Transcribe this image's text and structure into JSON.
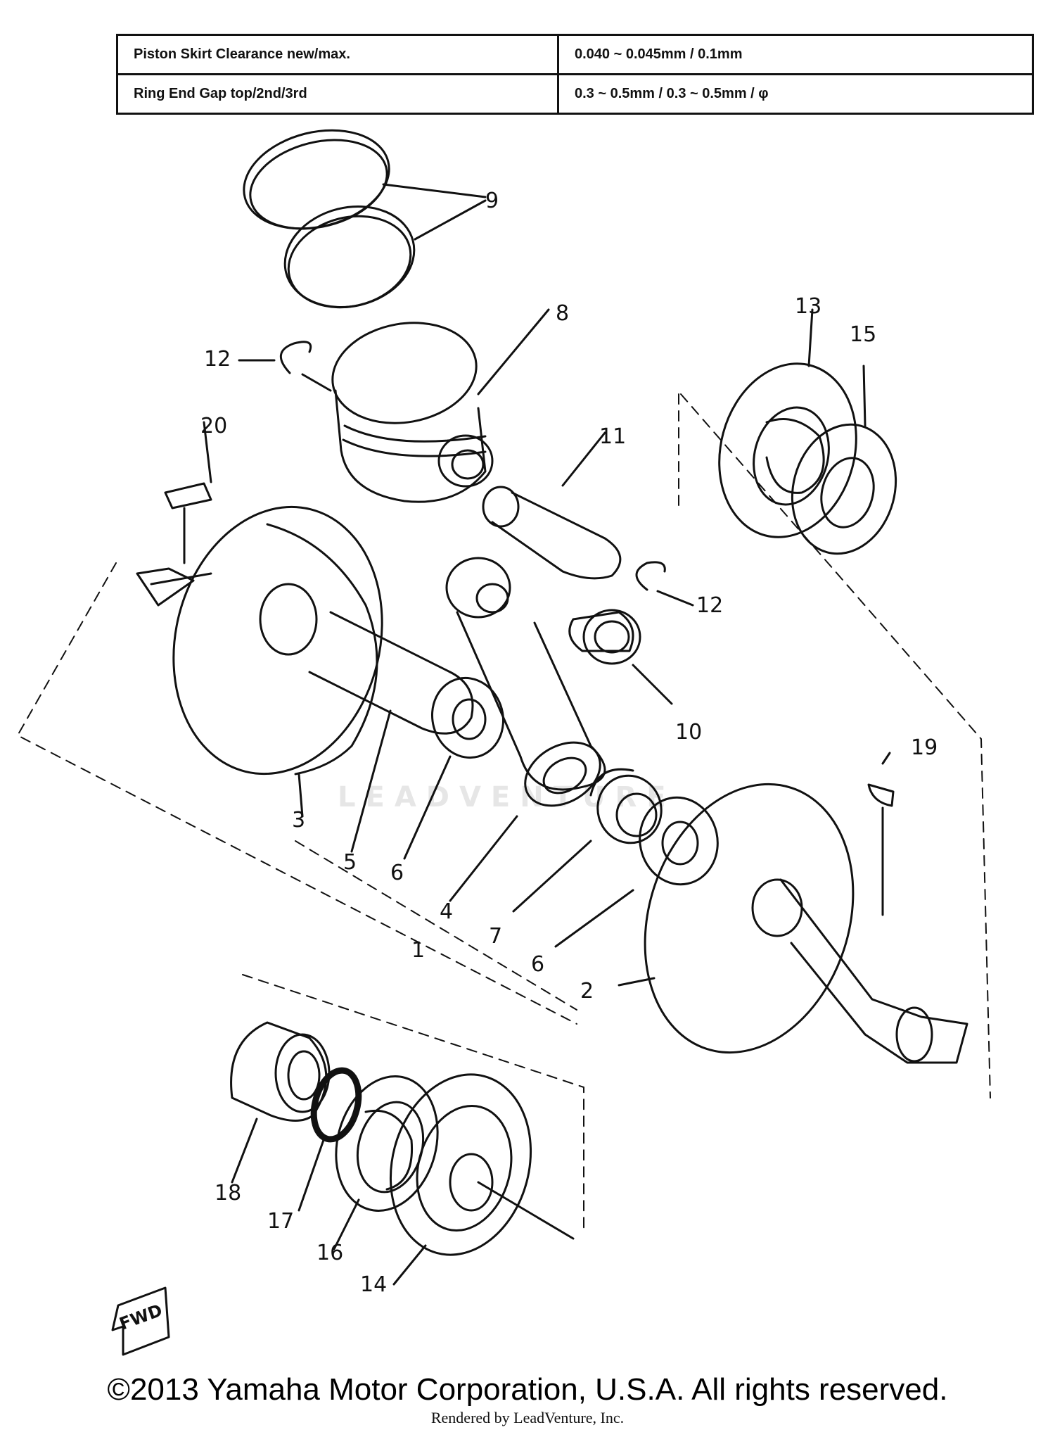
{
  "specs": {
    "rows": [
      {
        "label": "Piston Skirt Clearance new/max.",
        "value": "0.040 ~ 0.045mm / 0.1mm"
      },
      {
        "label": "Ring End Gap top/2nd/3rd",
        "value": "0.3 ~ 0.5mm / 0.3 ~ 0.5mm / φ"
      }
    ]
  },
  "callouts": {
    "n1": "1",
    "n2": "2",
    "n3": "3",
    "n4": "4",
    "n5": "5",
    "n6a": "6",
    "n6b": "6",
    "n7": "7",
    "n8": "8",
    "n9": "9",
    "n10": "10",
    "n11": "11",
    "n12a": "12",
    "n12b": "12",
    "n13": "13",
    "n14": "14",
    "n15": "15",
    "n16": "16",
    "n17": "17",
    "n18": "18",
    "n19": "19",
    "n20": "20"
  },
  "fwd_label": "FWD",
  "watermark": "LEADVENTURE",
  "copyright": "©2013 Yamaha Motor Corporation, U.S.A. All rights reserved.",
  "rendered_by": "Rendered by LeadVenture, Inc."
}
